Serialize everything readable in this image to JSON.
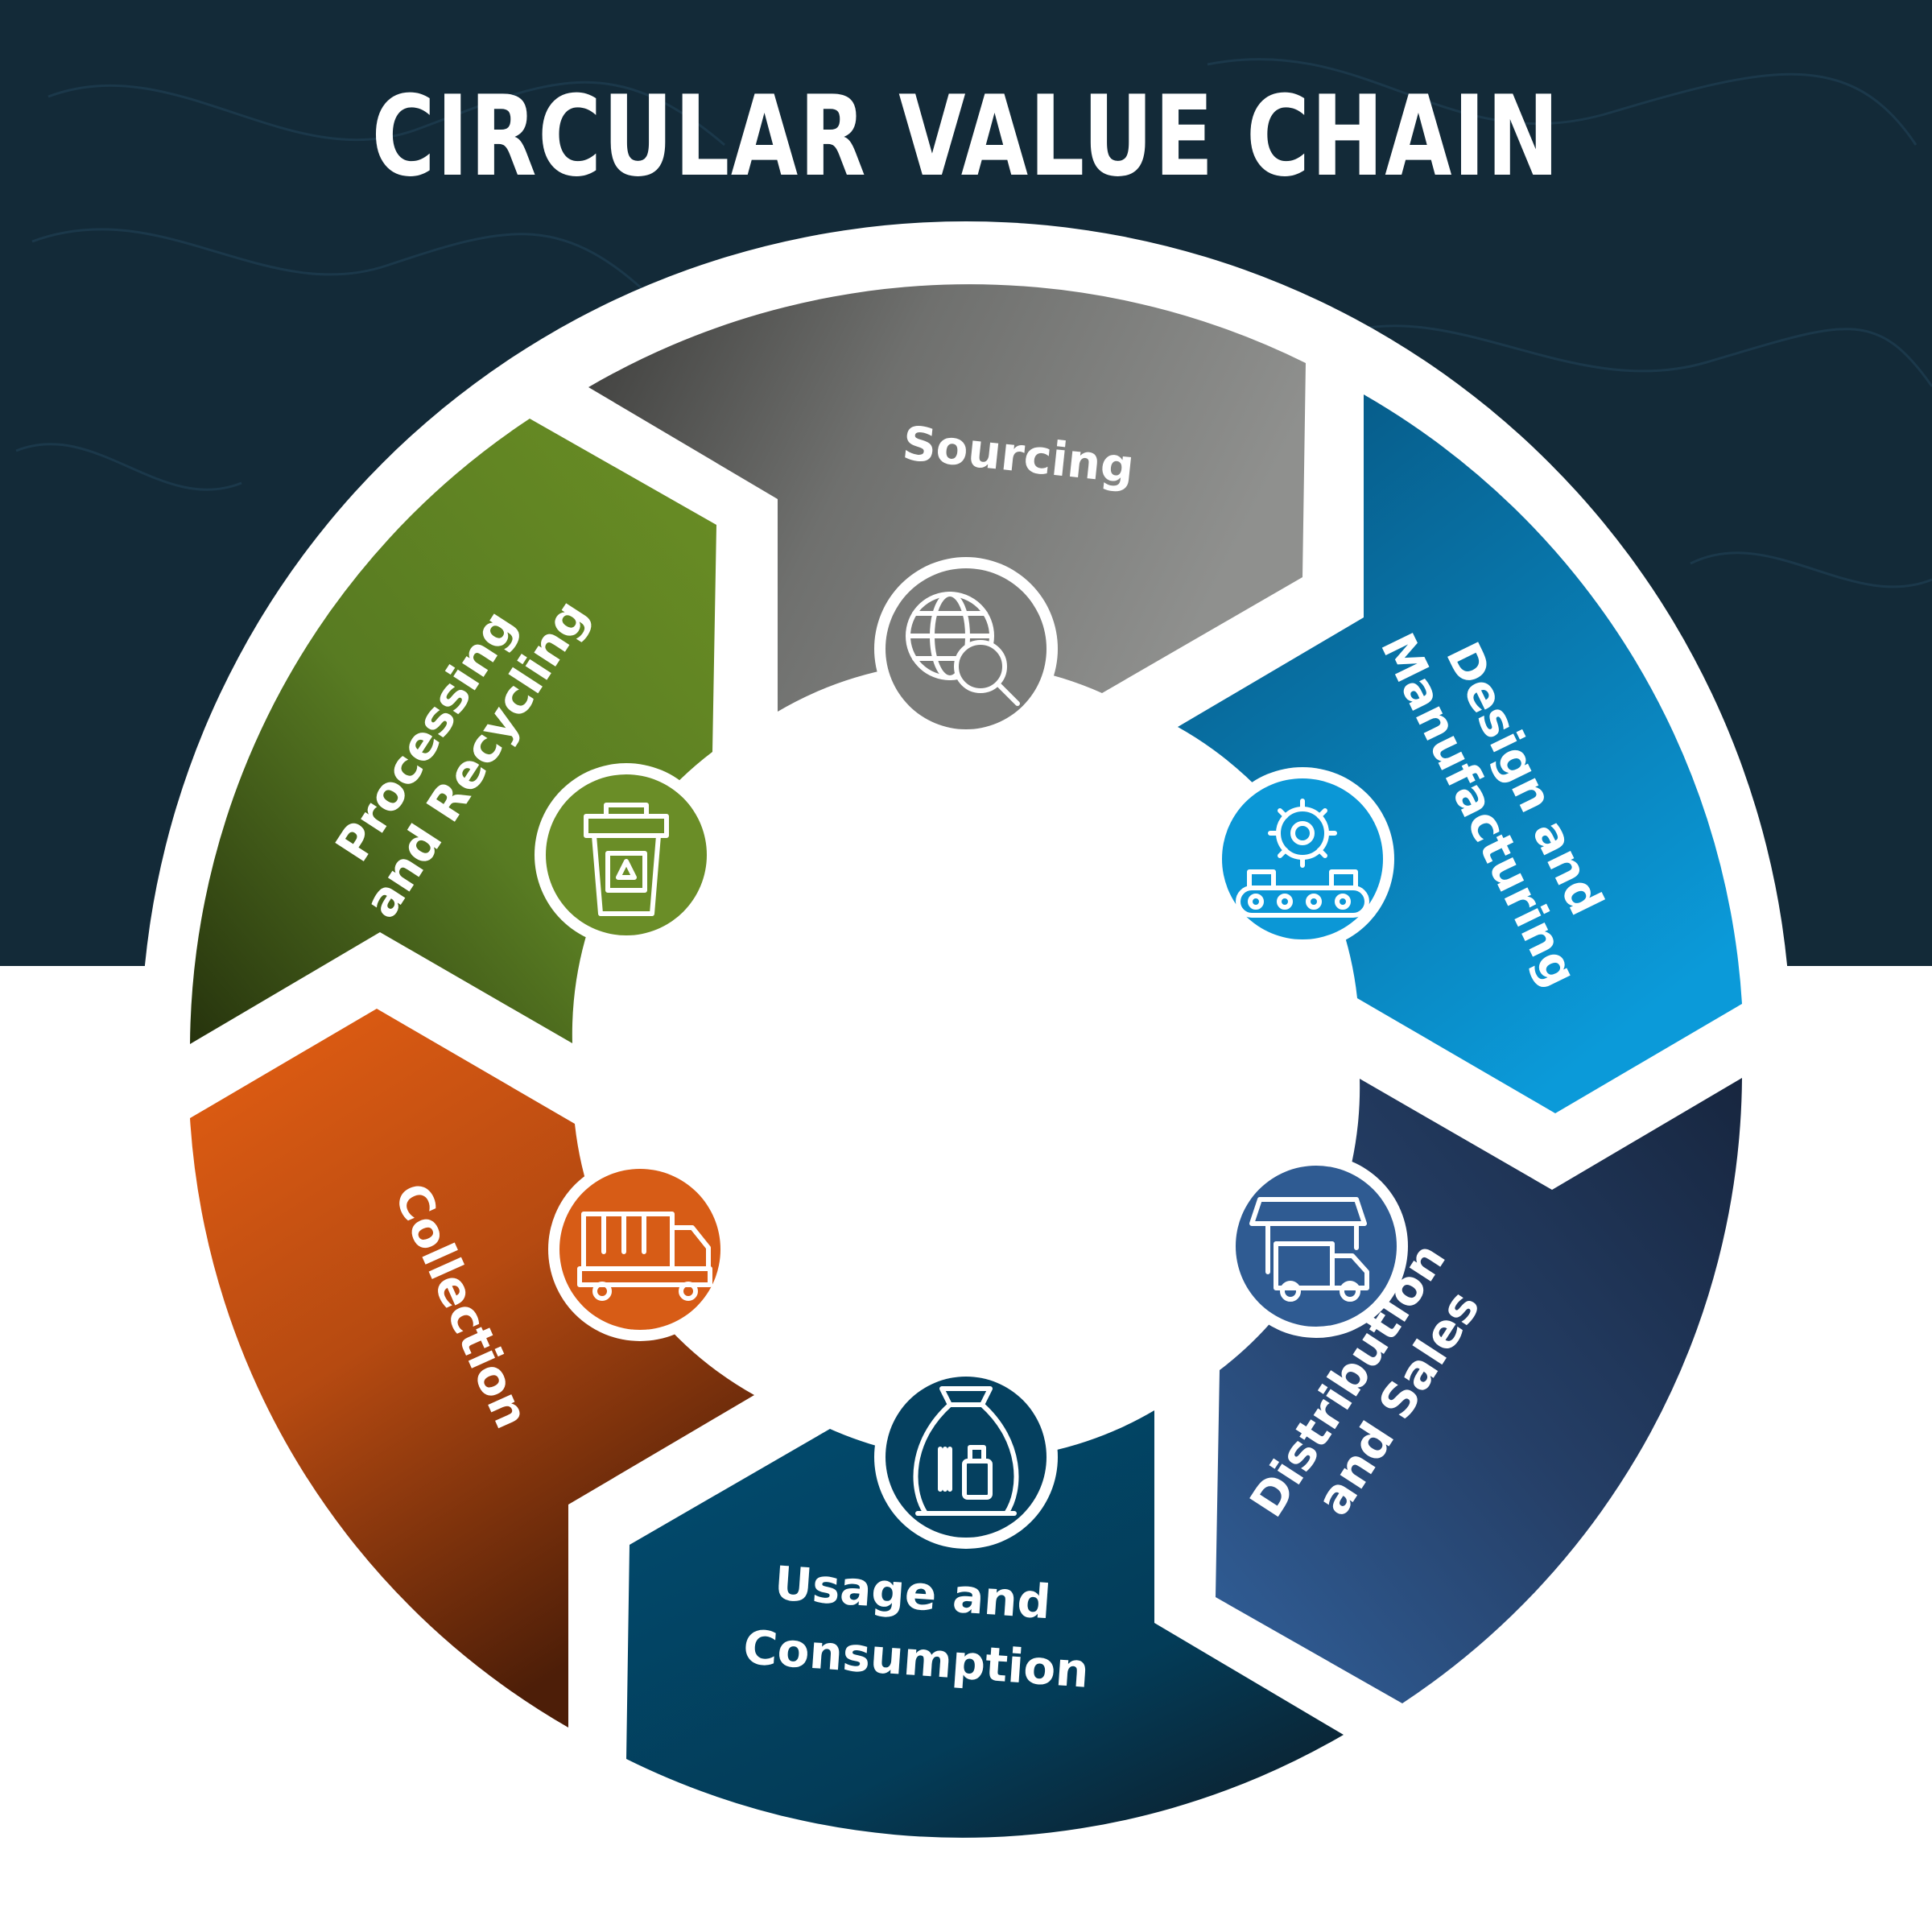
{
  "title": "CIRCULAR VALUE CHAIN",
  "colors": {
    "header_background": "#132a38",
    "ring_border": "#ffffff",
    "sourcing": "#7d7e7c",
    "design_manufacturing": "#0a86c3",
    "distribution_sales": "#2c5184",
    "usage_consumption": "#053f5d",
    "collection": "#d55b16",
    "processing_recycling": "#5e8226"
  },
  "stages": [
    {
      "id": "sourcing",
      "label_lines": [
        "Sourcing"
      ],
      "icon": "globe-search-icon"
    },
    {
      "id": "design-manufacturing",
      "label_lines": [
        "Design and",
        "Manufacturing"
      ],
      "icon": "conveyor-gear-icon"
    },
    {
      "id": "distribution-sales",
      "label_lines": [
        "Distribution",
        "and Sales"
      ],
      "icon": "store-truck-icon"
    },
    {
      "id": "usage-consumption",
      "label_lines": [
        "Usage and",
        "Consumption"
      ],
      "icon": "waste-bag-icon"
    },
    {
      "id": "collection",
      "label_lines": [
        "Collection"
      ],
      "icon": "garbage-truck-icon"
    },
    {
      "id": "processing-recycling",
      "label_lines": [
        "Processing",
        "and Recycling"
      ],
      "icon": "recycle-bin-icon"
    }
  ]
}
